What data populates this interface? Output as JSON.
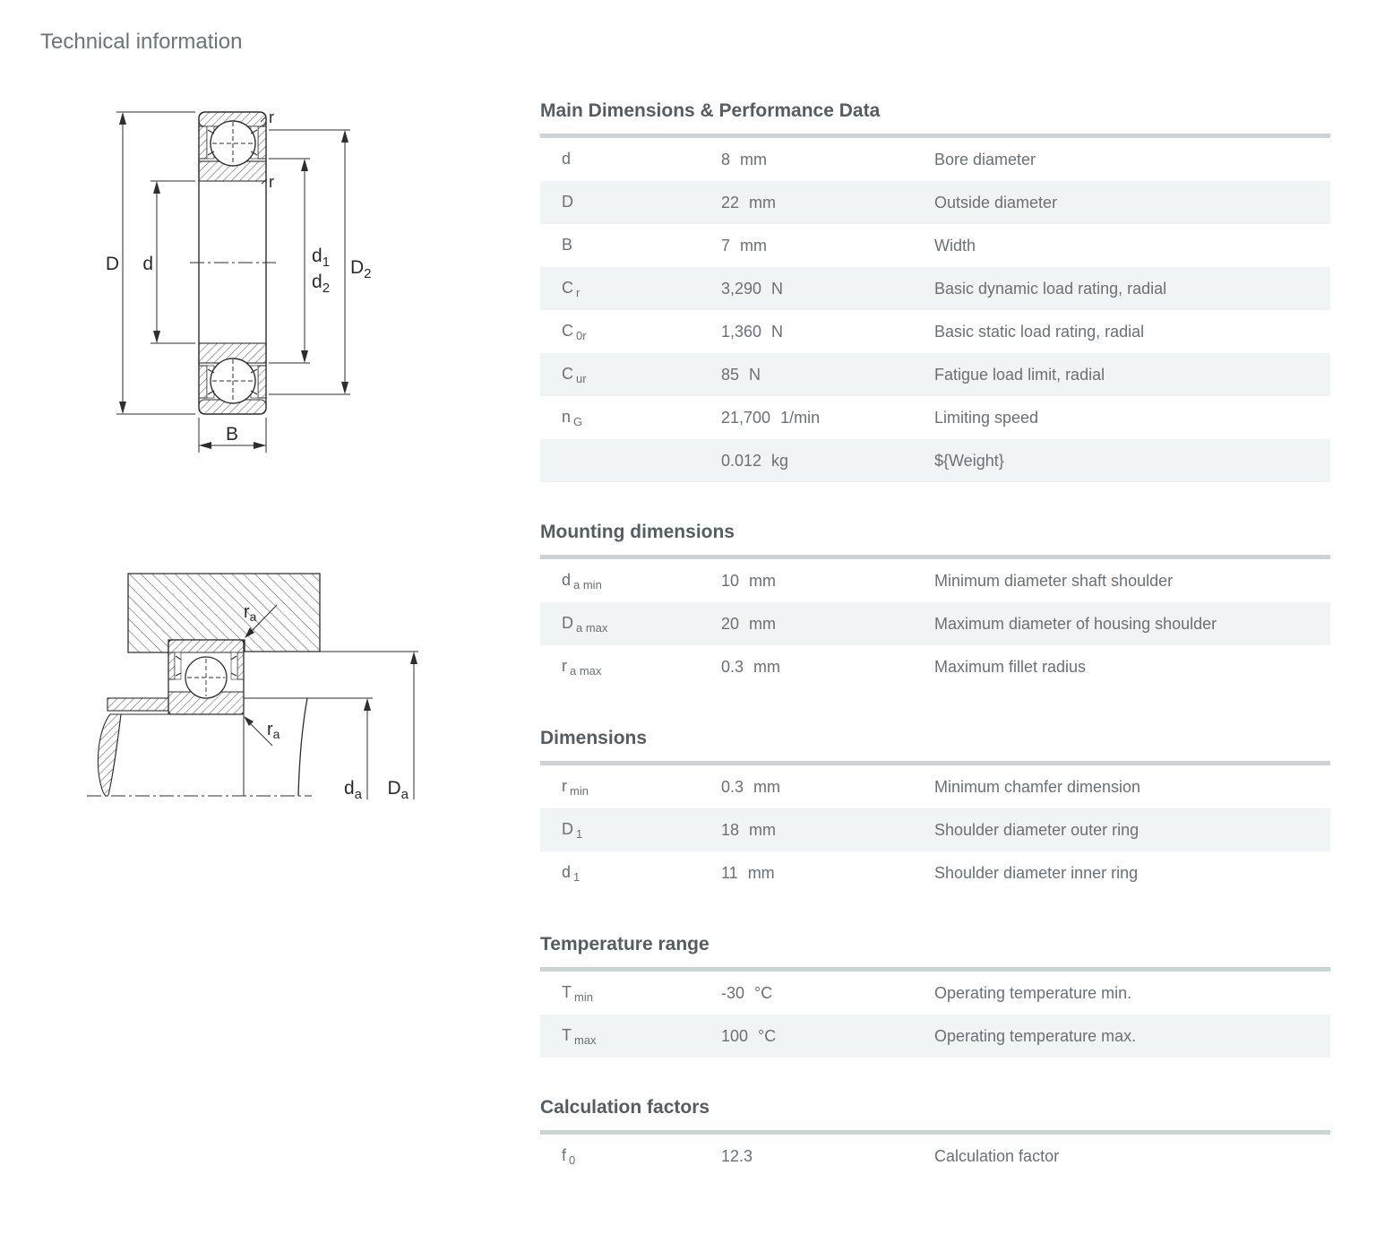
{
  "page": {
    "title": "Technical information"
  },
  "colors": {
    "heading_text": "#575c60",
    "body_text": "#6b7075",
    "section_bar": "#ccd3d5",
    "row_alt_bg": "#f1f4f5",
    "drawing_line": "#2e2e2e"
  },
  "tables": {
    "main": {
      "heading": "Main Dimensions & Performance Data",
      "rows": [
        {
          "sym": "d",
          "sub": "",
          "value": "8",
          "unit": "mm",
          "desc": "Bore diameter"
        },
        {
          "sym": "D",
          "sub": "",
          "value": "22",
          "unit": "mm",
          "desc": "Outside diameter"
        },
        {
          "sym": "B",
          "sub": "",
          "value": "7",
          "unit": "mm",
          "desc": "Width"
        },
        {
          "sym": "C",
          "sub": "r",
          "value": "3,290",
          "unit": "N",
          "desc": "Basic dynamic load rating, radial"
        },
        {
          "sym": "C",
          "sub": "0r",
          "value": "1,360",
          "unit": "N",
          "desc": "Basic static load rating, radial"
        },
        {
          "sym": "C",
          "sub": "ur",
          "value": "85",
          "unit": "N",
          "desc": "Fatigue load limit, radial"
        },
        {
          "sym": "n",
          "sub": "G",
          "value": "21,700",
          "unit": "1/min",
          "desc": "Limiting speed"
        },
        {
          "sym": "",
          "sub": "",
          "value": "0.012",
          "unit": "kg",
          "desc": "${Weight}"
        }
      ]
    },
    "mounting": {
      "heading": "Mounting dimensions",
      "rows": [
        {
          "sym": "d",
          "sub": "a min",
          "value": "10",
          "unit": "mm",
          "desc": "Minimum diameter shaft shoulder"
        },
        {
          "sym": "D",
          "sub": "a max",
          "value": "20",
          "unit": "mm",
          "desc": "Maximum diameter of housing shoulder"
        },
        {
          "sym": "r",
          "sub": "a max",
          "value": "0.3",
          "unit": "mm",
          "desc": "Maximum fillet radius"
        }
      ]
    },
    "dims": {
      "heading": "Dimensions",
      "rows": [
        {
          "sym": "r",
          "sub": "min",
          "value": "0.3",
          "unit": "mm",
          "desc": "Minimum chamfer dimension"
        },
        {
          "sym": "D",
          "sub": "1",
          "value": "18",
          "unit": "mm",
          "desc": "Shoulder diameter outer ring"
        },
        {
          "sym": "d",
          "sub": "1",
          "value": "11",
          "unit": "mm",
          "desc": "Shoulder diameter inner ring"
        }
      ]
    },
    "temp": {
      "heading": "Temperature range",
      "rows": [
        {
          "sym": "T",
          "sub": "min",
          "value": "-30",
          "unit": "°C",
          "desc": "Operating temperature min."
        },
        {
          "sym": "T",
          "sub": "max",
          "value": "100",
          "unit": "°C",
          "desc": "Operating temperature max."
        }
      ]
    },
    "calc": {
      "heading": "Calculation factors",
      "rows": [
        {
          "sym": "f",
          "sub": "0",
          "value": "12.3",
          "unit": "",
          "desc": "Calculation factor"
        }
      ]
    }
  },
  "drawings": {
    "section_view": {
      "labels": {
        "D": "D",
        "d": "d",
        "d1_base": "d",
        "d1_sub": "1",
        "d2_base": "d",
        "d2_sub": "2",
        "D2_base": "D",
        "D2_sub": "2",
        "B": "B",
        "r_outer": "r",
        "r_inner": "r"
      }
    },
    "mounting_view": {
      "labels": {
        "ra_base": "r",
        "ra_sub": "a",
        "da_base": "d",
        "da_sub": "a",
        "Da_base": "D",
        "Da_sub": "a"
      }
    }
  }
}
